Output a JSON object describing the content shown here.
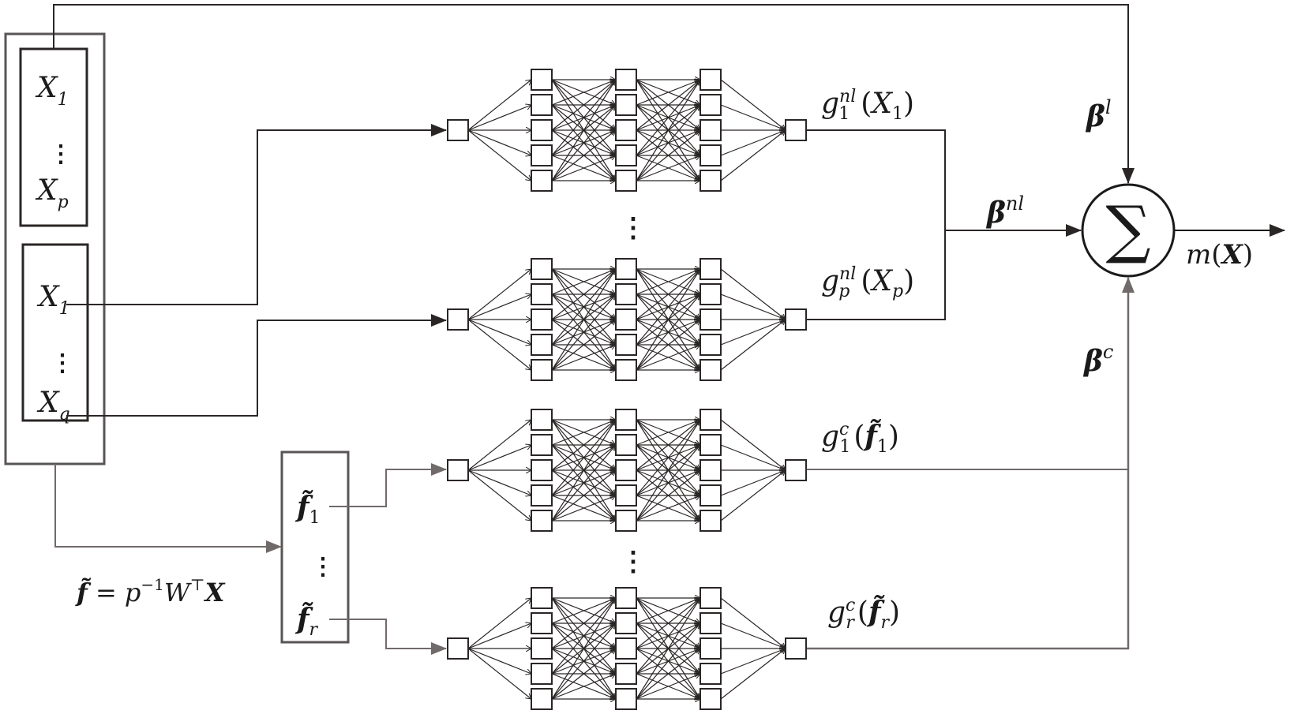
{
  "title": "Factor-augmented neural additive model architecture",
  "colors": {
    "dark_line": "#2b2626",
    "gray_line": "#716a6a",
    "box_outer": "#5a5555",
    "node_stroke": "#2b2626",
    "text": "#1a1a1a"
  },
  "inputs": {
    "group_linear": {
      "first": "X",
      "first_sub": "1",
      "dots": "⋮",
      "last": "X",
      "last_sub": "p"
    },
    "group_nonlinear": {
      "first": "X",
      "first_sub": "1",
      "dots": "⋮",
      "last": "X",
      "last_sub": "q"
    }
  },
  "factors": {
    "first": "f̃",
    "first_sub": "1",
    "dots": "⋮",
    "last": "f̃",
    "last_sub": "r",
    "equation": {
      "lhs": "f̃",
      "eq": " = ",
      "p": "p",
      "p_exp": "−1",
      "W": "W",
      "W_exp": "⊤",
      "X": "X"
    }
  },
  "networks": [
    {
      "id": "nl-1",
      "kind": "nonlinear",
      "label_g": "g",
      "label_sub": "1",
      "label_sup": "nl",
      "label_arg": "X",
      "label_arg_sub": "1",
      "arg_bold": false,
      "hidden_layers": 3,
      "units_per_layer": 5
    },
    {
      "id": "nl-p",
      "kind": "nonlinear",
      "label_g": "g",
      "label_sub": "p",
      "label_sup": "nl",
      "label_arg": "X",
      "label_arg_sub": "p",
      "arg_bold": false,
      "hidden_layers": 3,
      "units_per_layer": 5
    },
    {
      "id": "c-1",
      "kind": "factor",
      "label_g": "g",
      "label_sub": "1",
      "label_sup": "c",
      "label_arg": "f̃",
      "label_arg_sub": "1",
      "arg_bold": true,
      "hidden_layers": 3,
      "units_per_layer": 5
    },
    {
      "id": "c-r",
      "kind": "factor",
      "label_g": "g",
      "label_sub": "r",
      "label_sup": "c",
      "label_arg": "f̃",
      "label_arg_sub": "r",
      "arg_bold": true,
      "hidden_layers": 3,
      "units_per_layer": 5
    }
  ],
  "ellipsis": "⋮",
  "weights": {
    "linear": {
      "base": "β",
      "sup": "l"
    },
    "nonlinear": {
      "base": "β",
      "sup": "nl"
    },
    "factor": {
      "base": "β",
      "sup": "c"
    }
  },
  "sum_node": {
    "symbol": "∑"
  },
  "output": {
    "fn": "m",
    "open": "(",
    "arg": "X",
    "close": ")"
  }
}
